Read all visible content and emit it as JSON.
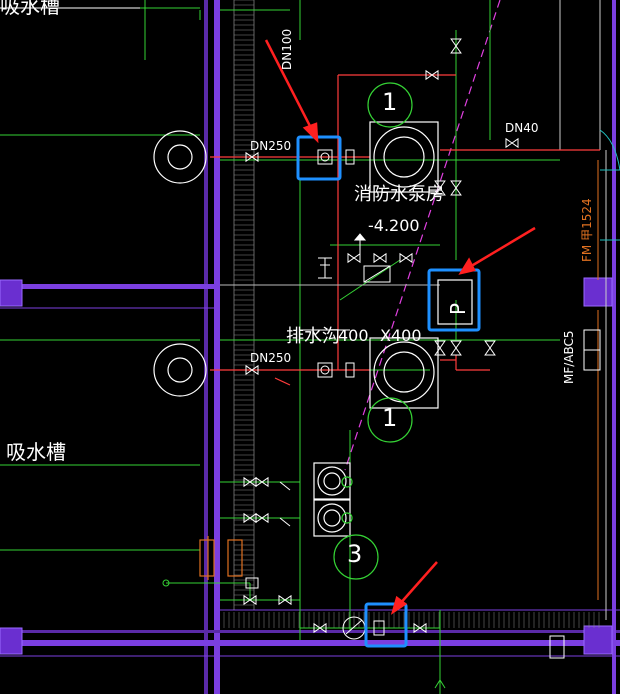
{
  "texts": {
    "suction_tank_top": "吸水槽",
    "suction_tank": "吸水槽",
    "dn100": "DN100",
    "dn250_top": "DN250",
    "dn250_bottom": "DN250",
    "dn40": "DN40",
    "pump_room": "消防水泵房",
    "elevation": "-4.200",
    "drain_ditch": "排水沟",
    "ditch_dim": "400",
    "ditch_dim2": "X400",
    "fm_door": "FM 甲1524",
    "extinguisher": "MF/ABC5",
    "pump_tag_1_top": "1",
    "pump_tag_1_bottom": "1",
    "pump_tag_3": "3",
    "pressure_tank": "P"
  },
  "colors": {
    "background": "#000000",
    "wall": "#7b3fe0",
    "wall_dark": "#5a2aa8",
    "pipe_green": "#35d235",
    "pipe_red": "#ff3c3c",
    "magenta": "#e040e0",
    "white": "#ffffff",
    "highlight_blue": "#1e90ff",
    "arrow_red": "#ff2020",
    "orange": "#e07020",
    "cyan": "#20c0c0",
    "yellow": "#e0e040"
  }
}
